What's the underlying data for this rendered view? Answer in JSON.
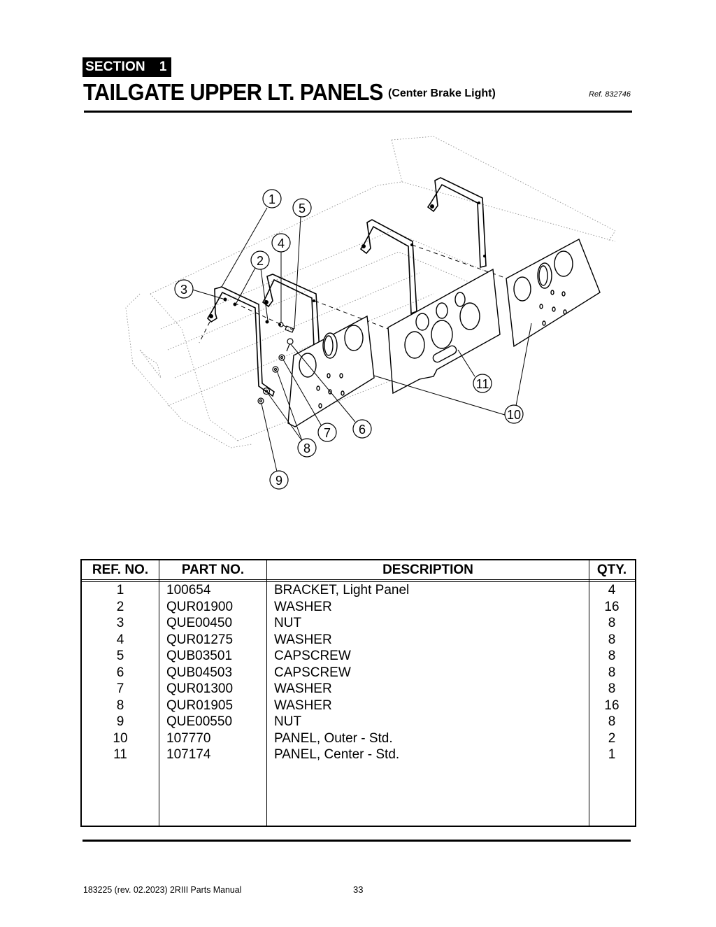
{
  "header": {
    "section_label": "SECTION",
    "section_number": "1",
    "title": "TAILGATE UPPER LT. PANELS",
    "subtitle": "(Center Brake Light)",
    "reference": "Ref. 832746"
  },
  "diagram": {
    "description": "Exploded view of tailgate upper light panels with brackets, washers, nuts, capscrews and panels",
    "callouts": [
      "1",
      "2",
      "3",
      "4",
      "5",
      "6",
      "7",
      "8",
      "9",
      "10",
      "11"
    ]
  },
  "parts_table": {
    "columns": [
      "REF. NO.",
      "PART NO.",
      "DESCRIPTION",
      "QTY."
    ],
    "rows": [
      {
        "ref": "1",
        "part": "100654",
        "description": "BRACKET, Light Panel",
        "qty": "4"
      },
      {
        "ref": "2",
        "part": "QUR01900",
        "description": "WASHER",
        "qty": "16"
      },
      {
        "ref": "3",
        "part": "QUE00450",
        "description": "NUT",
        "qty": "8"
      },
      {
        "ref": "4",
        "part": "QUR01275",
        "description": "WASHER",
        "qty": "8"
      },
      {
        "ref": "5",
        "part": "QUB03501",
        "description": "CAPSCREW",
        "qty": "8"
      },
      {
        "ref": "6",
        "part": "QUB04503",
        "description": "CAPSCREW",
        "qty": "8"
      },
      {
        "ref": "7",
        "part": "QUR01300",
        "description": "WASHER",
        "qty": "8"
      },
      {
        "ref": "8",
        "part": "QUR01905",
        "description": "WASHER",
        "qty": "16"
      },
      {
        "ref": "9",
        "part": "QUE00550",
        "description": "NUT",
        "qty": "8"
      },
      {
        "ref": "10",
        "part": "107770",
        "description": "PANEL, Outer - Std.",
        "qty": "2"
      },
      {
        "ref": "11",
        "part": "107174",
        "description": "PANEL, Center - Std.",
        "qty": "1"
      }
    ]
  },
  "footer": {
    "doc_info": "183225  (rev. 02.2023) 2RIII Parts Manual",
    "page_number": "33"
  }
}
